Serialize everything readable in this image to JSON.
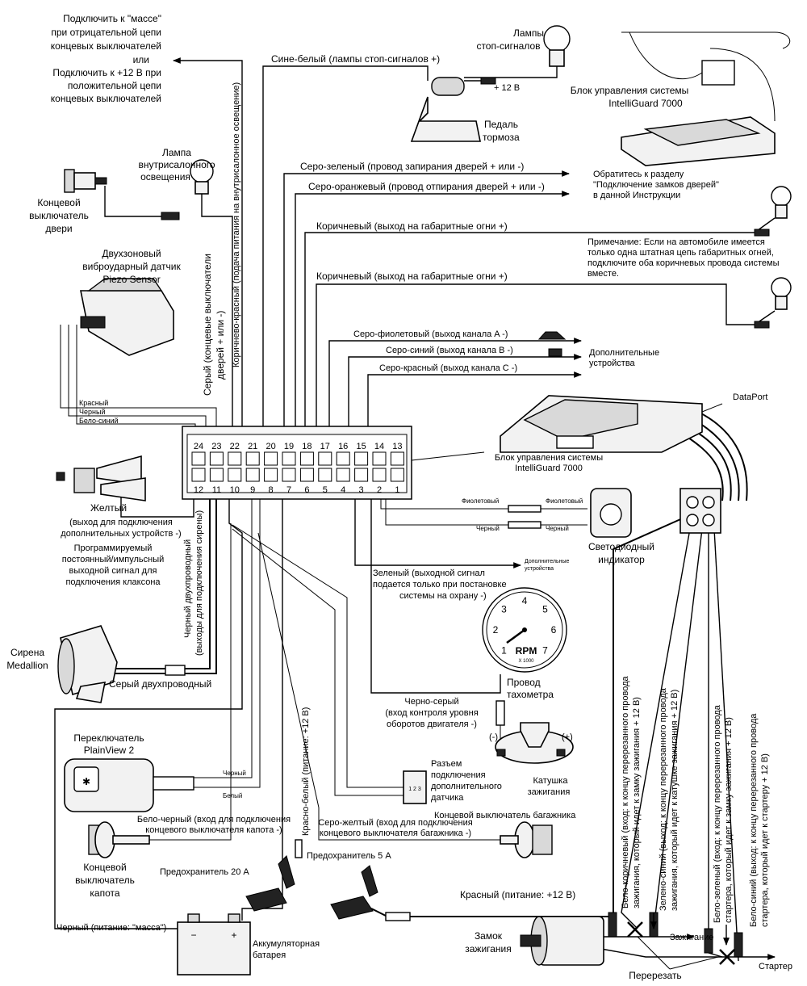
{
  "labels": {
    "chassis_1": "Подключить к \"массе\"",
    "chassis_2": "при отрицательной цепи",
    "chassis_3": "концевых выключателей",
    "chassis_4": "или",
    "chassis_5": "Подключить к +12 В при",
    "chassis_6": "положительной цепи",
    "chassis_7": "концевых выключателей",
    "dome_1": "Лампа",
    "dome_2": "внутрисалонного",
    "dome_3": "освещения",
    "door_sw_1": "Концевой",
    "door_sw_2": "выключатель",
    "door_sw_3": "двери",
    "piezo_1": "Двухзоновый",
    "piezo_2": "виброударный датчик",
    "piezo_3": "Piezo Sensor",
    "piezo_red": "Красный",
    "piezo_black": "Черный",
    "piezo_wb": "Бело-синий",
    "yellow": "Желтый",
    "yellow_2": "(выход для подключения",
    "yellow_3": "дополнительных устройств -)",
    "horn_1": "Программируемый",
    "horn_2": "постоянный/импульсный",
    "horn_3": "выходной сигнал для",
    "horn_4": "подключения клаксона",
    "siren_1": "Сирена",
    "siren_2": "Medallion",
    "gray_two": "Серый двухпроводный",
    "plainview_1": "Переключатель",
    "plainview_2": "PlainView 2",
    "pv_black": "Черный",
    "pv_white": "Белый",
    "hood_wire_1": "Бело-черный (вход для подключения",
    "hood_wire_2": "концевого выключателя капота -)",
    "hood_sw_1": "Концевой",
    "hood_sw_2": "выключатель",
    "hood_sw_3": "капота",
    "fuse20": "Предохранитель 20 А",
    "fuse5": "Предохранитель 5 А",
    "ground": "Черный (питание: \"масса\")",
    "battery_1": "Аккумуляторная",
    "battery_2": "батарея",
    "red_power": "Красный (питание: +12 В)",
    "ignition_1": "Замок",
    "ignition_2": "зажигания",
    "cut": "Перерезать",
    "ign_arrow": "Зажигание",
    "starter_arrow": "Стартер",
    "brake_lamps_1": "Лампы",
    "brake_lamps_2": "стоп-сигналов",
    "blue_white": "Сине-белый (лампы стоп-сигналов +)",
    "plus12": "+ 12 В",
    "pedal_1": "Педаль",
    "pedal_2": "тормоза",
    "unit_top_1": "Блок управления системы",
    "unit_top_2": "IntelliGuard 7000",
    "gray_green": "Серо-зеленый (провод запирания дверей + или -)",
    "gray_orange": "Серо-оранжевый (провод отпирания дверей + или -)",
    "refer_1": "Обратитесь к разделу",
    "refer_2": "\"Подключение замков дверей\"",
    "refer_3": "в данной Инструкции",
    "brown_1": "Коричневый (выход на габаритные огни +)",
    "brown_2": "Коричневый (выход на габаритные огни +)",
    "note_1": "Примечание: Если на автомобиле имеется",
    "note_2": "только одна штатная цепь габаритных огней,",
    "note_3": "подключите оба коричневых провода системы",
    "note_4": "вместе.",
    "gray_violet": "Серо-фиолетовый (выход канала A -)",
    "gray_blue": "Серо-синий (выход канала B -)",
    "gray_red": "Серо-красный (выход канала C -)",
    "extra_1": "Дополнительные",
    "extra_2": "устройства",
    "dataport": "DataPort",
    "unit_mid_1": "Блок управления системы",
    "unit_mid_2": "IntelliGuard 7000",
    "led_violet_a": "Фиолетовый",
    "led_violet_b": "Фиолетовый",
    "led_black_a": "Черный",
    "led_black_b": "Черный",
    "led_1": "Светодиодный",
    "led_2": "индикатор",
    "green_1": "Зеленый (выходной сигнал",
    "green_2": "подается только при постановке",
    "green_3": "системы на охрану -)",
    "extra_small_1": "Дополнительные",
    "extra_small_2": "устройства",
    "tach_1": "Провод",
    "tach_2": "тахометра",
    "rpm": "RPM",
    "rpm_unit": "X 1000",
    "black_gray_1": "Черно-серый",
    "black_gray_2": "(вход контроля уровня",
    "black_gray_3": "оборотов двигателя -)",
    "aux_conn_1": "Разъем",
    "aux_conn_2": "подключения",
    "aux_conn_3": "дополнительного",
    "aux_conn_4": "датчика",
    "coil_1": "Катушка",
    "coil_2": "зажигания",
    "coil_minus": "(-)",
    "coil_plus": "(+)",
    "trunk_sw": "Концевой выключатель багажника",
    "trunk_wire_1": "Серо-желтый (вход для подключения",
    "trunk_wire_2": "концевого выключателя багажника -)",
    "v_gray_1": "Серый (концевые выключатели",
    "v_gray_2": "дверей + или -)",
    "v_brown_red": "Коричнево-красный (подача питания на внутрисалонное освещение)",
    "v_black_two_1": "Черный двухпроводный",
    "v_black_two_2": "(выходы для подключения сирены)",
    "v_red_white": "Красно-белый (питание: +12 В)",
    "v_wbrown_1": "Бело-коричневый (вход: к концу перерезанного провода",
    "v_wbrown_2": "зажигания, который идет к замку зажигания + 12 В)",
    "v_gblue_1": "Зелено-синий (выход: к концу перерезанного провода",
    "v_gblue_2": "зажигания, который идет к катушке зажигания + 12 В)",
    "v_wgreen_1": "Бело-зеленый (вход: к концу перерезанного провода",
    "v_wgreen_2": "стартера, который идет к замку зажигания + 12 В)",
    "v_wblue_1": "Бело-синий (выход: к концу перерезанного провода",
    "v_wblue_2": "стартера, который идет к стартеру + 12 В)"
  },
  "tach_numbers": [
    "1",
    "2",
    "3",
    "4",
    "5",
    "6",
    "7"
  ],
  "pins_top": [
    "24",
    "23",
    "22",
    "21",
    "20",
    "19",
    "18",
    "17",
    "16",
    "15",
    "14",
    "13"
  ],
  "pins_bottom": [
    "12",
    "11",
    "10",
    "9",
    "8",
    "7",
    "6",
    "5",
    "4",
    "3",
    "2",
    "1"
  ],
  "aux_pins": "1 2 3"
}
